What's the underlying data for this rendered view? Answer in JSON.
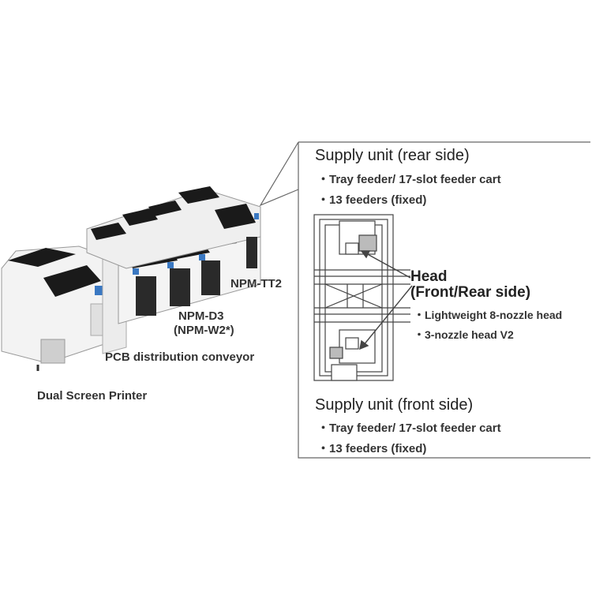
{
  "labels": {
    "npm_tt2": "NPM-TT2",
    "npm_d3": "NPM-D3",
    "npm_w2": "(NPM-W2*)",
    "pcb_conveyor": "PCB distribution conveyor",
    "printer": "Dual Screen Printer"
  },
  "supply_rear": {
    "title": "Supply unit (rear side)",
    "items": [
      "・Tray feeder/ 17-slot feeder cart",
      "・13 feeders (fixed)"
    ]
  },
  "head": {
    "title": "Head",
    "subtitle": "(Front/Rear side)",
    "items": [
      "・Lightweight 8-nozzle head",
      "・3-nozzle head V2"
    ]
  },
  "supply_front": {
    "title": "Supply unit (front side)",
    "items": [
      "・Tray feeder/ 17-slot feeder cart",
      "・13 feeders (fixed)"
    ]
  },
  "colors": {
    "line": "#555555",
    "machine_body": "#f2f2f2",
    "machine_top": "#1a1a1a",
    "accent": "#3a78c2"
  }
}
